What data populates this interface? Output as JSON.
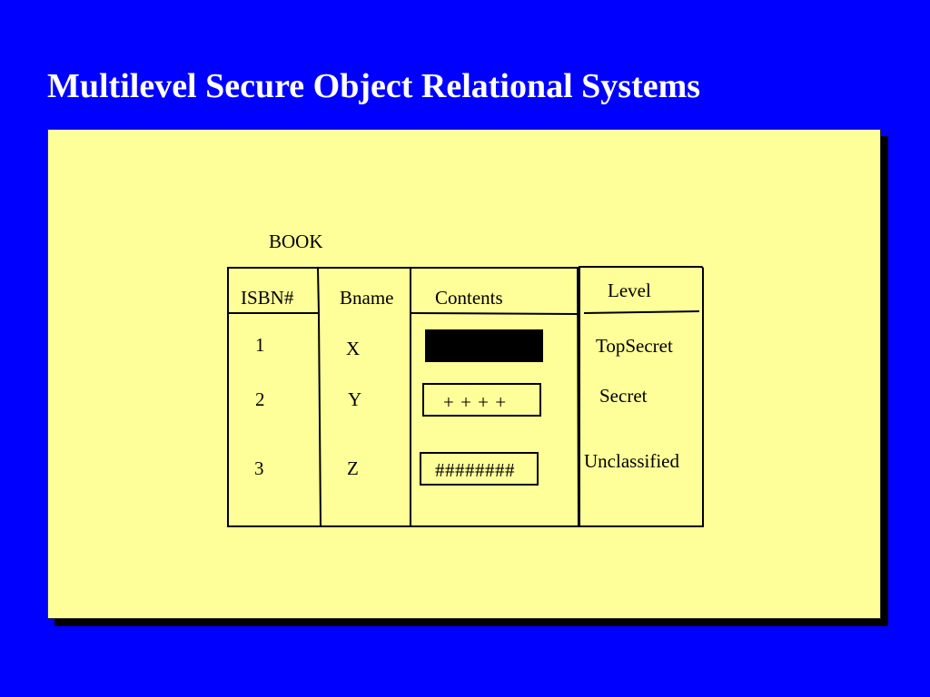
{
  "title": "Multilevel Secure Object Relational Systems",
  "table": {
    "name": "BOOK",
    "headers": {
      "isbn": "ISBN#",
      "bname": "Bname",
      "contents": "Contents",
      "level": "Level"
    },
    "rows": [
      {
        "isbn": "1",
        "bname": "X",
        "contents": "",
        "level": "TopSecret"
      },
      {
        "isbn": "2",
        "bname": "Y",
        "contents": "+ + + +",
        "level": "Secret"
      },
      {
        "isbn": "3",
        "bname": "Z",
        "contents": "########",
        "level": "Unclassified"
      }
    ]
  },
  "colors": {
    "background": "#0000ff",
    "panel": "#ffff99",
    "title": "#ffffff",
    "redacted": "#000000"
  }
}
